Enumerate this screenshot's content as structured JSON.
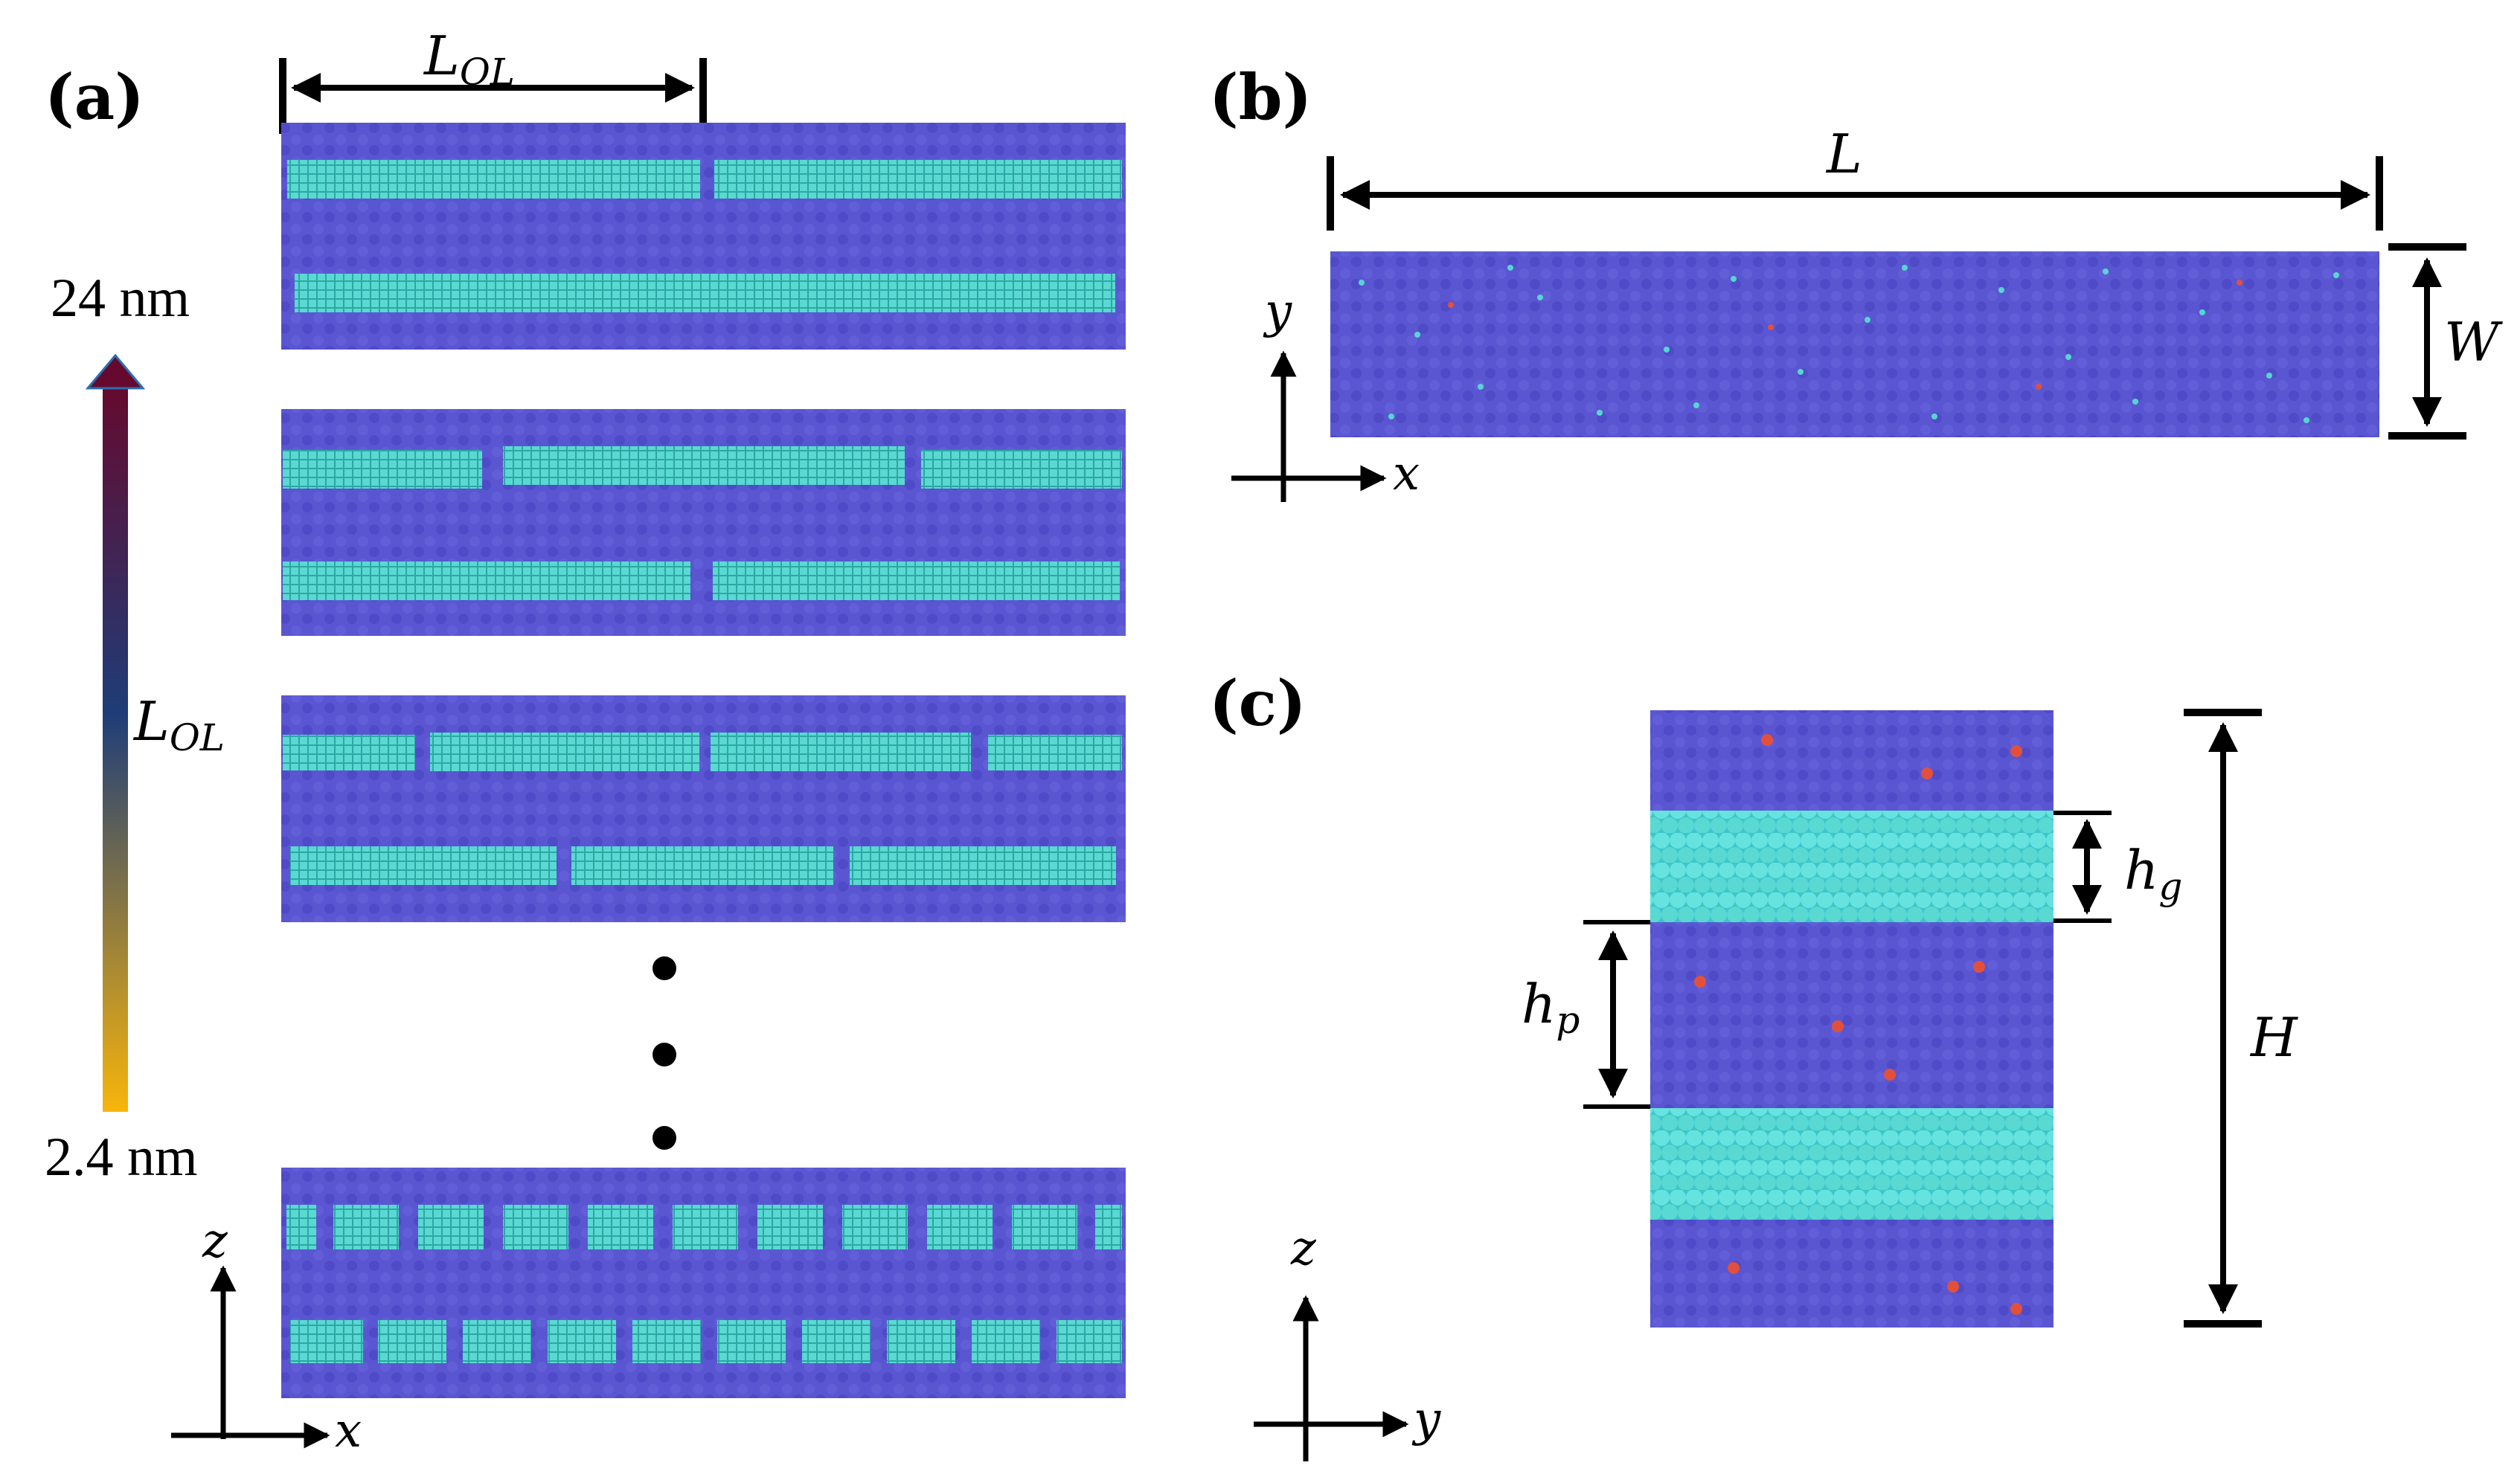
{
  "panels": {
    "a": {
      "label": "(a)"
    },
    "b": {
      "label": "(b)"
    },
    "c": {
      "label": "(c)"
    }
  },
  "scale": {
    "top": "24 nm",
    "bottom": "2.4 nm"
  },
  "symbols": {
    "L_OL_main": "L",
    "L_OL_sub": "OL",
    "L": "L",
    "W": "W",
    "H": "H",
    "h_g_main": "h",
    "h_g_sub": "g",
    "h_p_main": "h",
    "h_p_sub": "p"
  },
  "axes": {
    "a": {
      "vertical": "z",
      "horizontal": "x"
    },
    "b": {
      "vertical": "y",
      "horizontal": "x"
    },
    "c": {
      "vertical": "z",
      "horizontal": "y"
    }
  },
  "colors": {
    "polymer": "#5a56d2",
    "polymer_dark": "#3f3ab4",
    "graphene": "#55d6d0",
    "graphene_line": "#2ea7a4",
    "atom_red": "#e2503c",
    "gradient_top": "#650a2e",
    "gradient_mid": "#1e3d78",
    "gradient_bottom": "#f8b50b"
  }
}
